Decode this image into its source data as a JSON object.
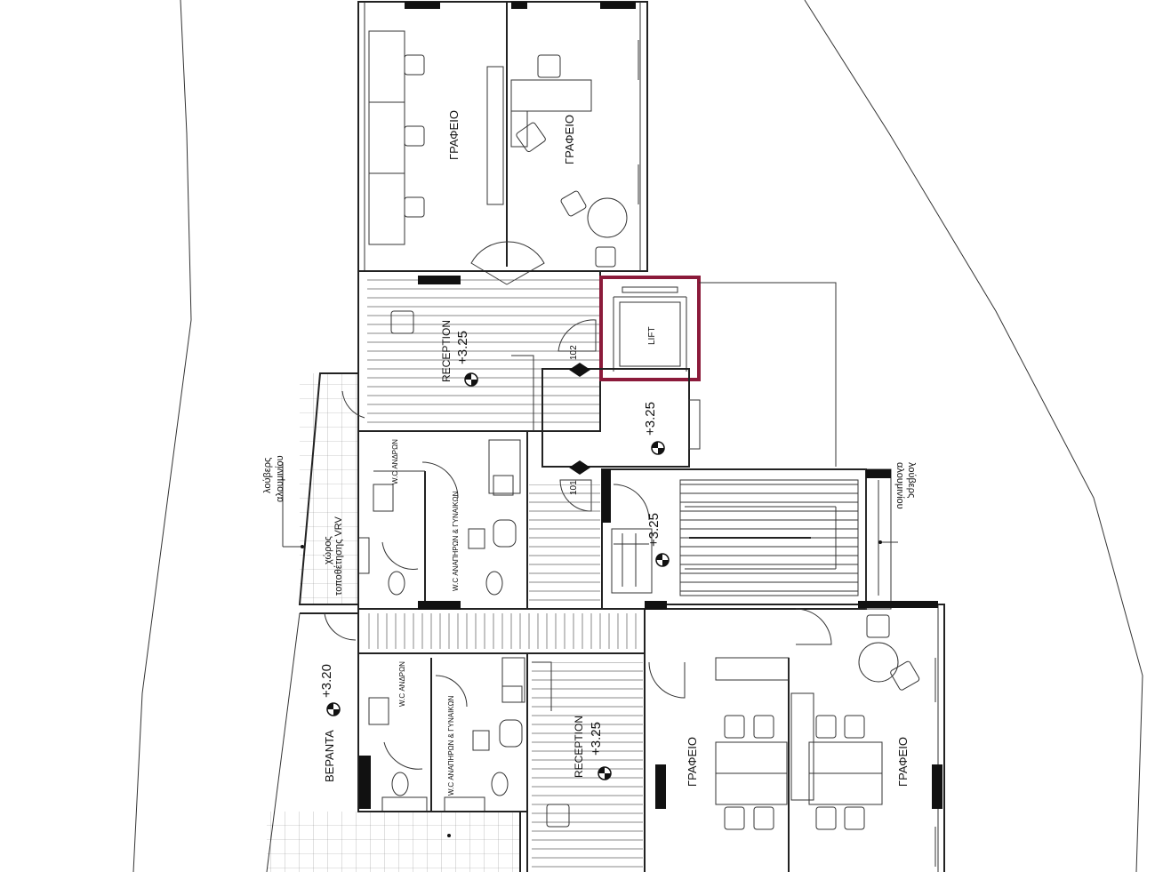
{
  "rooms": {
    "office_top_left": "ΓΡΑΦΕΙΟ",
    "office_top_right": "ΓΡΑΦΕΙΟ",
    "office_bottom_left": "ΓΡΑΦΕΙΟ",
    "office_bottom_right": "ΓΡΑΦΕΙΟ",
    "reception_top": "RECEPTION",
    "reception_bottom": "RECEPTION",
    "lift": "LIFT",
    "wc_men_top": "W.C ΑΝΔΡΩΝ",
    "wc_disabled_top": "W.C ΑΝΑΠΗΡΩΝ & ΓΥΝΑΙΚΩΝ",
    "wc_men_bottom": "W.C ΑΝΔΡΩΝ",
    "wc_disabled_bottom": "W.C ΑΝΑΠΗΡΩΝ & ΓΥΝΑΙΚΩΝ",
    "veranda": "ΒΕΡΑΝΤΑ",
    "vrv_space_line1": "χώρος",
    "vrv_space_line2": "τοποθέτησης VRV"
  },
  "levels": {
    "reception_top": "+3.25",
    "lobby": "+3.25",
    "stair": "+3.25",
    "reception_bottom": "+3.25",
    "veranda": "+3.20"
  },
  "doors": {
    "d102": "102",
    "d101": "101"
  },
  "notes": {
    "louvers_left_line1": "λούβερς",
    "louvers_left_line2": "αλουμινίου",
    "louvers_right_line1": "λούβερς",
    "louvers_right_line2": "αλουμινίου"
  },
  "colors": {
    "lift_highlight": "#8b1a3a",
    "ink": "#111111"
  }
}
